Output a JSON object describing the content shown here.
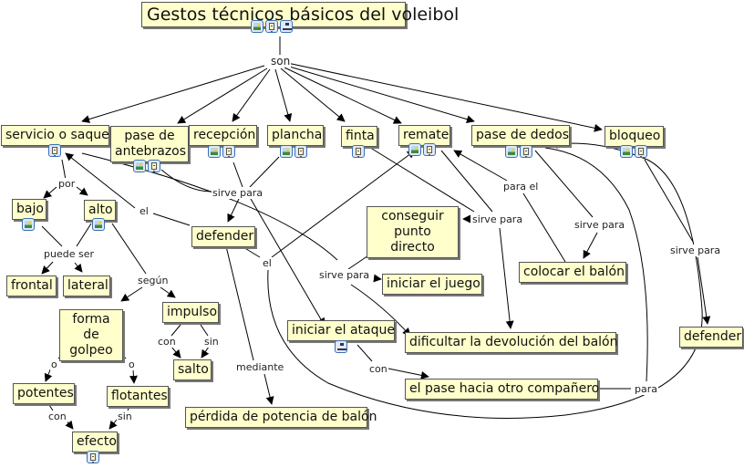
{
  "title": "Gestos técnicos básicos del voleibol",
  "nodes": {
    "root": "Gestos técnicos básicos del voleibol",
    "servicio": "servicio o saque",
    "pase_antebrazos": "pase de antebrazos",
    "recepcion": "recepción",
    "plancha": "plancha",
    "finta": "finta",
    "remate": "remate",
    "pase_dedos": "pase de dedos",
    "bloqueo": "bloqueo",
    "bajo": "bajo",
    "alto": "alto",
    "defender1": "defender",
    "conseguir": "conseguir punto directo",
    "colocar": "colocar el balón",
    "frontal": "frontal",
    "lateral": "lateral",
    "iniciar_juego": "iniciar el juego",
    "forma_golpeo": "forma de golpeo",
    "impulso": "impulso",
    "iniciar_ataque": "iniciar el ataque",
    "dificultar": "dificultar la devolución del balón",
    "defender2": "defender",
    "salto": "salto",
    "potentes": "potentes",
    "flotantes": "flotantes",
    "pase_otro": "el pase hacia otro compañero",
    "perdida": "pérdida de potencia de balón",
    "efecto": "efecto"
  },
  "labels": {
    "son": "son",
    "por": "por",
    "el1": "el",
    "sirve_para1": "sirve para",
    "para_el": "para el",
    "sirve_para2": "sirve para",
    "sirve_para3": "sirve para",
    "sirve_para4": "sirve para",
    "puede_ser": "puede ser",
    "el2": "el",
    "segun": "según",
    "sirve_para5": "sirve para",
    "con1": "con",
    "sin1": "sin",
    "o1": "o",
    "o2": "o",
    "mediante": "mediante",
    "con2": "con",
    "para": "para",
    "con3": "con",
    "sin2": "sin"
  },
  "icons": {
    "root": [
      "image-icon",
      "document-icon",
      "concept-map-icon"
    ],
    "servicio": [
      "document-icon"
    ],
    "pase_antebrazos": [
      "image-icon",
      "document-icon"
    ],
    "recepcion": [
      "image-icon",
      "document-icon"
    ],
    "plancha": [
      "image-icon",
      "document-icon"
    ],
    "finta": [
      "document-icon"
    ],
    "remate": [
      "image-icon",
      "document-icon"
    ],
    "pase_dedos": [
      "image-icon",
      "document-icon"
    ],
    "bloqueo": [
      "image-icon",
      "document-icon"
    ],
    "bajo": [
      "image-icon"
    ],
    "alto": [
      "image-icon"
    ],
    "iniciar_ataque": [
      "concept-map-icon"
    ],
    "efecto": [
      "document-icon"
    ]
  },
  "colors": {
    "node_fill": "#ffffcc",
    "node_border": "#555555",
    "link": "#000000",
    "icon_border": "#3a6fb5"
  }
}
